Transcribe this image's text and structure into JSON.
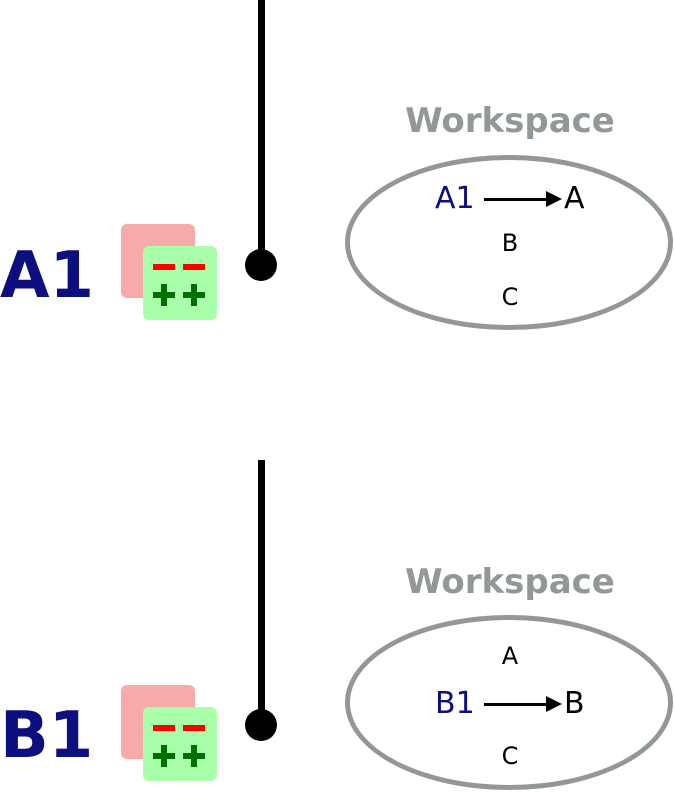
{
  "colors": {
    "commit_label": "#0c0f7d",
    "workspace_title": "#929898",
    "diff_back": "#f8aaa9",
    "diff_front": "#aaffaa",
    "minus": "#ff0000",
    "plus": "#006e00"
  },
  "panels": [
    {
      "commit": "A1",
      "diff_icon": {
        "minus": "−−",
        "plus": "++"
      },
      "workspace": {
        "title": "Workspace",
        "mapping": {
          "source": "A1",
          "target": "A"
        },
        "items": [
          "B",
          "C"
        ]
      }
    },
    {
      "commit": "B1",
      "diff_icon": {
        "minus": "−−",
        "plus": "++"
      },
      "workspace": {
        "title": "Workspace",
        "mapping": {
          "source": "B1",
          "target": "B"
        },
        "items": [
          "A",
          "C"
        ]
      }
    }
  ]
}
